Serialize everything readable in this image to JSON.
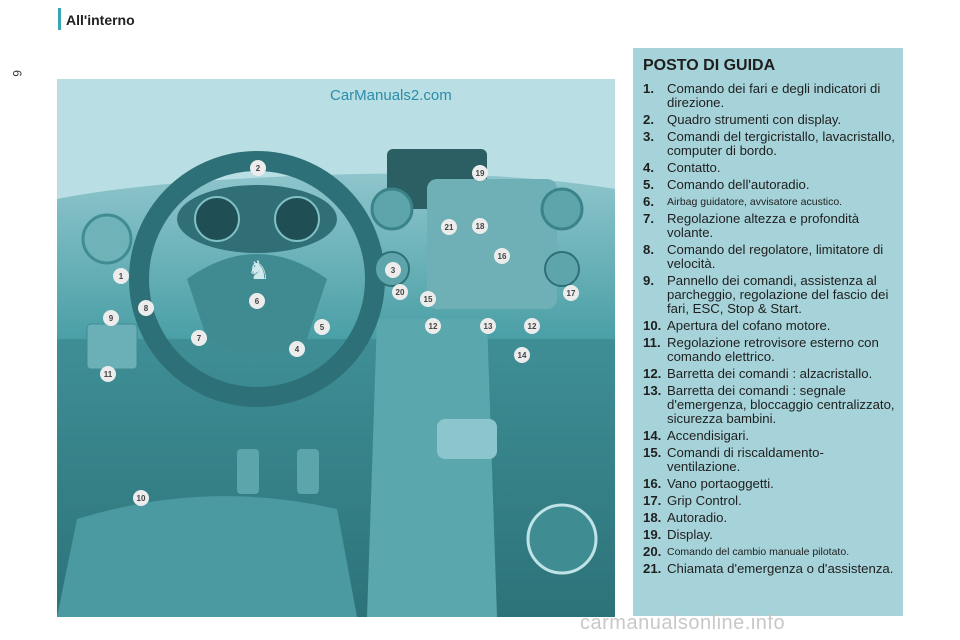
{
  "header": {
    "title": "All'interno",
    "page_number": "6"
  },
  "watermark_top": "CarManuals2.com",
  "watermark_bottom": "carmanualsonline.info",
  "legend": {
    "title": "POSTO DI GUIDA",
    "items": [
      {
        "num": "1.",
        "text": "Comando dei fari e degli indicatori di direzione."
      },
      {
        "num": "2.",
        "text": "Quadro strumenti con display."
      },
      {
        "num": "3.",
        "text": "Comandi del tergicristallo, lavacristallo, computer di bordo."
      },
      {
        "num": "4.",
        "text": "Contatto."
      },
      {
        "num": "5.",
        "text": "Comando dell'autoradio."
      },
      {
        "num": "6.",
        "text": "Airbag guidatore, avvisatore acustico."
      },
      {
        "num": "7.",
        "text": "Regolazione altezza e profondità volante."
      },
      {
        "num": "8.",
        "text": "Comando del regolatore, limitatore di velocità."
      },
      {
        "num": "9.",
        "text": "Pannello dei comandi, assistenza al parcheggio, regolazione del fascio dei fari, ESC, Stop & Start."
      },
      {
        "num": "10.",
        "text": "Apertura del cofano motore."
      },
      {
        "num": "11.",
        "text": "Regolazione retrovisore esterno con comando elettrico."
      },
      {
        "num": "12.",
        "text": "Barretta dei comandi : alzacristallo."
      },
      {
        "num": "13.",
        "text": "Barretta dei comandi : segnale d'emergenza, bloccaggio centralizzato, sicurezza bambini."
      },
      {
        "num": "14.",
        "text": "Accendisigari."
      },
      {
        "num": "15.",
        "text": "Comandi di riscaldamento-ventilazione."
      },
      {
        "num": "16.",
        "text": "Vano portaoggetti."
      },
      {
        "num": "17.",
        "text": "Grip Control."
      },
      {
        "num": "18.",
        "text": "Autoradio."
      },
      {
        "num": "19.",
        "text": "Display."
      },
      {
        "num": "20.",
        "text": "Comando del cambio manuale pilotato."
      },
      {
        "num": "21.",
        "text": "Chiamata d'emergenza o d'assistenza."
      }
    ]
  },
  "callouts": [
    "1",
    "2",
    "3",
    "4",
    "5",
    "6",
    "7",
    "8",
    "9",
    "10",
    "11",
    "12",
    "13",
    "12",
    "14",
    "15",
    "16",
    "17",
    "18",
    "19",
    "20",
    "21"
  ]
}
